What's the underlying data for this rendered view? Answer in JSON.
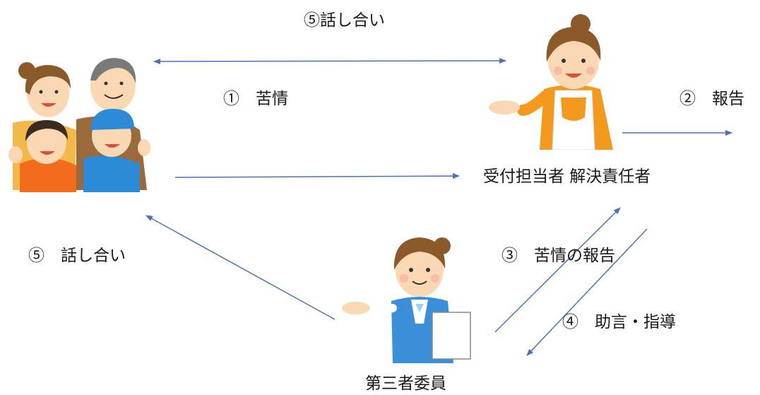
{
  "labels": {
    "top_talk": "⑤話し合い",
    "complaint": "①　苦情",
    "report": "②　報告",
    "staff": "受付担当者 解決責任者",
    "left_talk": "⑤　話し合い",
    "complaint_report": "③　苦情の報告",
    "advice": "④　助言・指導",
    "third_party": "第三者委員"
  },
  "colors": {
    "arrow": "#4a72b8",
    "skin": "#fbd8b4",
    "hair": "#8b5a2b",
    "apron_orange": "#f39a1e",
    "vest_blue": "#3b8fd9",
    "boy_blue": "#2c8ad6",
    "girl_orange": "#f36b1c",
    "yellow_shirt": "#f2b84a",
    "brown_shirt": "#9a6a3c",
    "grey_hair": "#7a7a7a"
  },
  "icons": {
    "family": "family-illustration",
    "receptionist": "receptionist-illustration",
    "third_party": "third-party-member-illustration"
  }
}
